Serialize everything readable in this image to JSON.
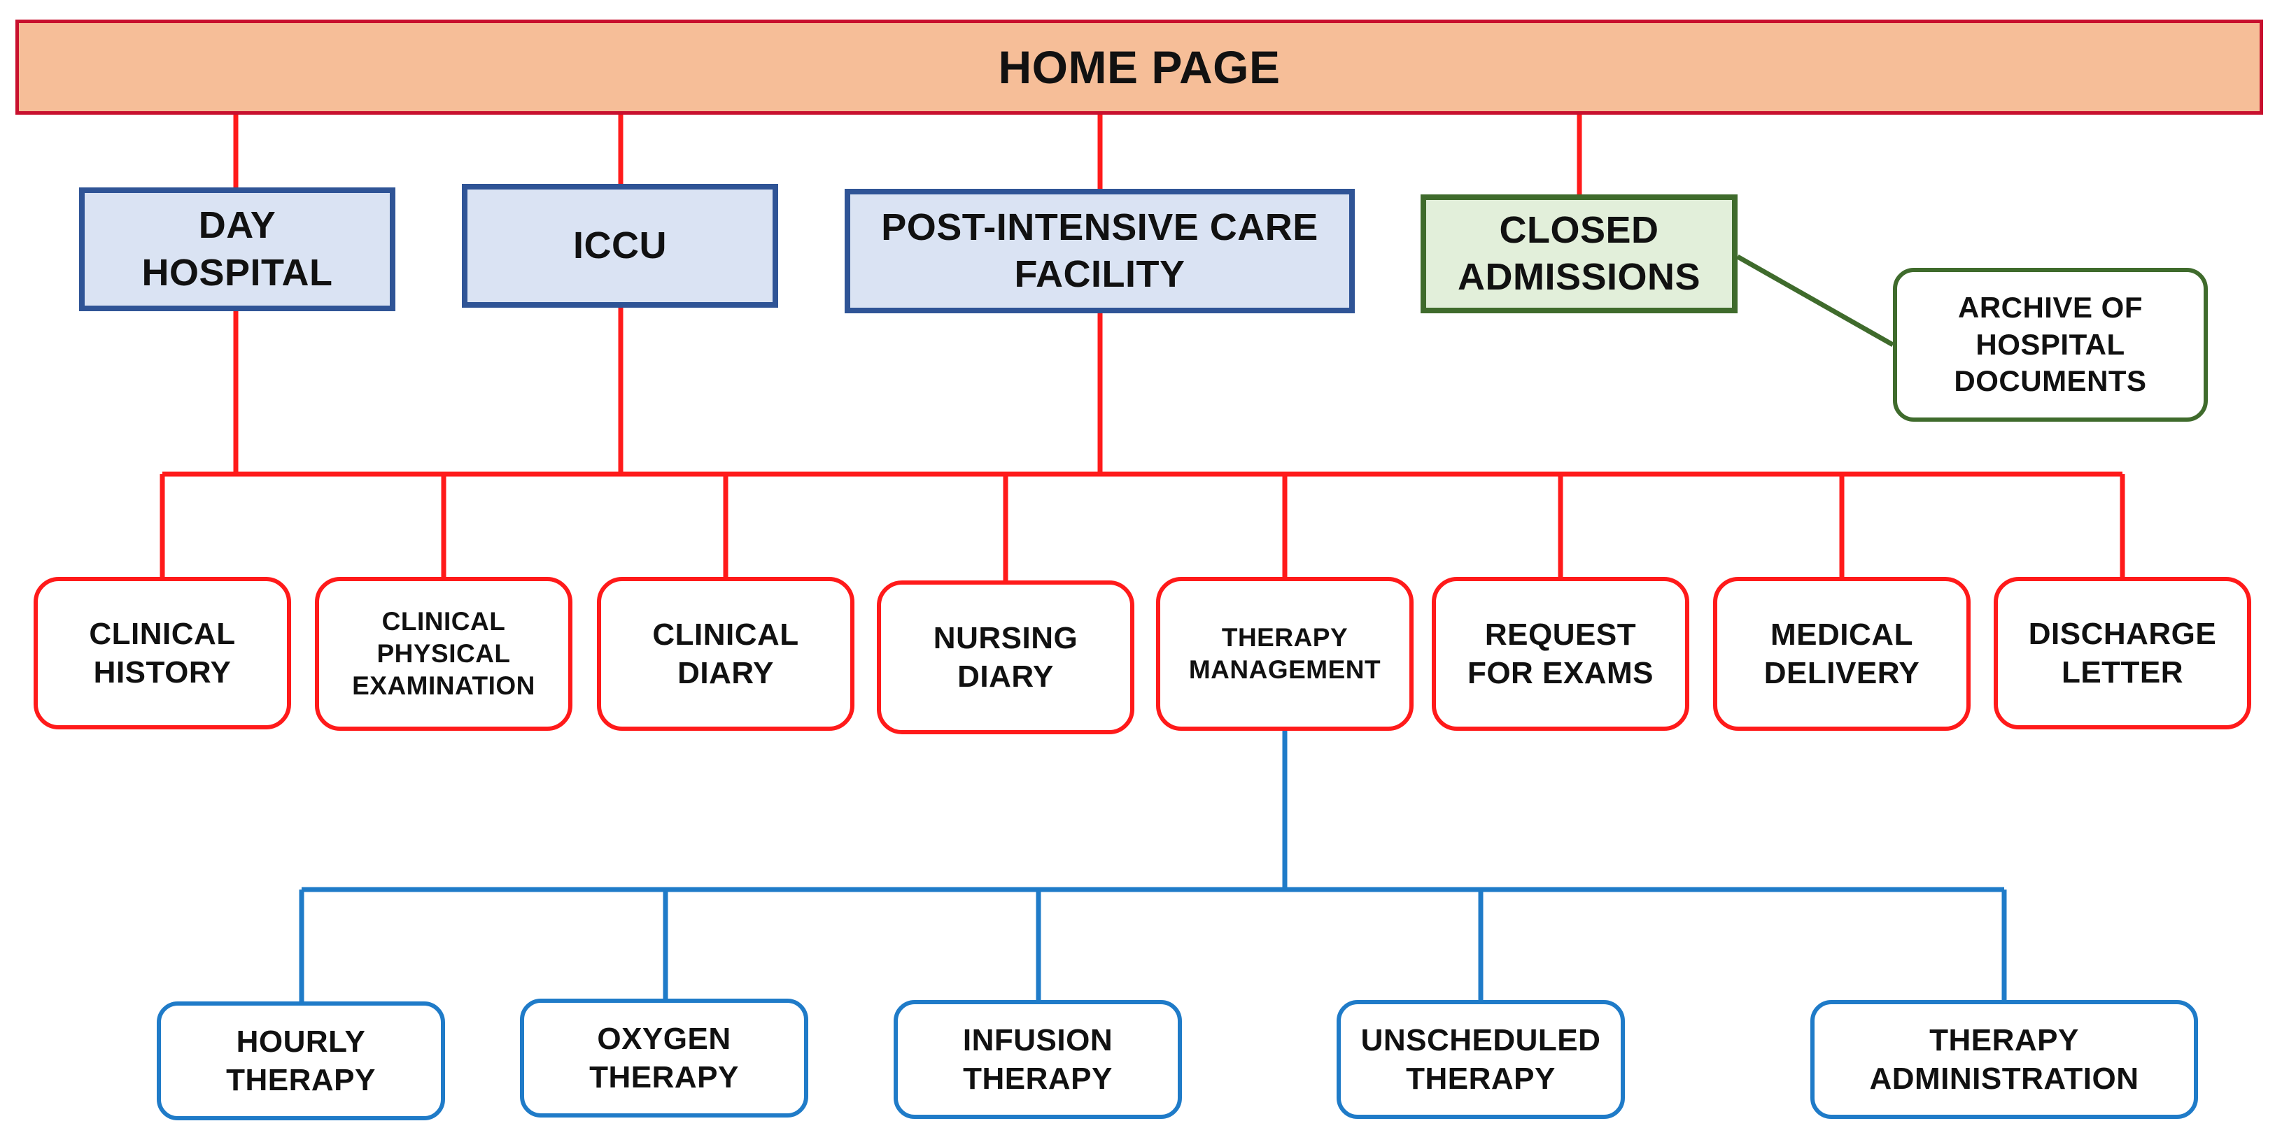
{
  "home": {
    "label": "HOME PAGE"
  },
  "departments": [
    {
      "lines": [
        "DAY",
        "HOSPITAL"
      ]
    },
    {
      "lines": [
        "ICCU"
      ]
    },
    {
      "lines": [
        "POST-INTENSIVE CARE",
        "FACILITY"
      ]
    },
    {
      "lines": [
        "CLOSED",
        "ADMISSIONS"
      ]
    }
  ],
  "archive": {
    "lines": [
      "ARCHIVE OF",
      "HOSPITAL",
      "DOCUMENTS"
    ]
  },
  "functions": [
    {
      "lines": [
        "CLINICAL",
        "HISTORY"
      ]
    },
    {
      "lines": [
        "CLINICAL",
        "PHYSICAL",
        "EXAMINATION"
      ]
    },
    {
      "lines": [
        "CLINICAL",
        "DIARY"
      ]
    },
    {
      "lines": [
        "NURSING",
        "DIARY"
      ]
    },
    {
      "lines": [
        "THERAPY",
        "MANAGEMENT"
      ]
    },
    {
      "lines": [
        "REQUEST",
        "FOR EXAMS"
      ]
    },
    {
      "lines": [
        "MEDICAL",
        "DELIVERY"
      ]
    },
    {
      "lines": [
        "DISCHARGE",
        "LETTER"
      ]
    }
  ],
  "therapies": [
    {
      "lines": [
        "HOURLY",
        "THERAPY"
      ]
    },
    {
      "lines": [
        "OXYGEN",
        "THERAPY"
      ]
    },
    {
      "lines": [
        "INFUSION",
        "THERAPY"
      ]
    },
    {
      "lines": [
        "UNSCHEDULED",
        "THERAPY"
      ]
    },
    {
      "lines": [
        "THERAPY",
        "ADMINISTRATION"
      ]
    }
  ],
  "colors": {
    "red_connector": "#FF1A1A",
    "blue_connector": "#1F7BC8",
    "green_connector": "#3F6B2C"
  }
}
